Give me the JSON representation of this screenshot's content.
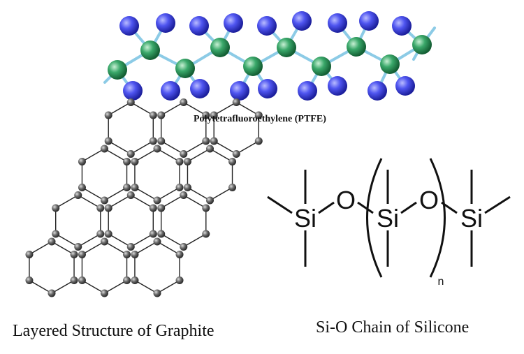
{
  "ptfe": {
    "caption": "Polytetrafluoroethylene  (PTFE)",
    "bond_color": "#8ccbe6",
    "carbon_color": "#2f9a5e",
    "fluorine_color": "#3a3fe0"
  },
  "graphite": {
    "caption": "Layered Structure of Graphite",
    "atom_color": "#555555",
    "bond_color": "#222222"
  },
  "silicone": {
    "caption": "Si-O Chain of Silicone",
    "si_label": "Si",
    "o_label": "O",
    "repeat_subscript": "n"
  }
}
